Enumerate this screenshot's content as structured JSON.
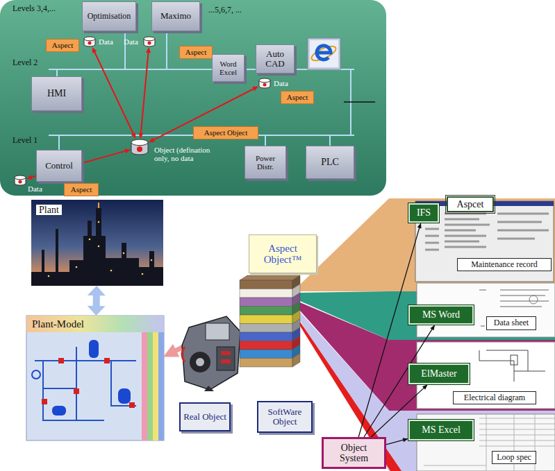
{
  "diagram": {
    "nodes": [
      {
        "text": [
          "Levels 3,4,...",
          "...5,6,7, ...",
          "Level 2",
          "Level 1"
        ]
      },
      {
        "text": [
          "Optimisation"
        ],
        "in": 0
      },
      {
        "text": [
          "Aspect"
        ],
        "in": 0
      },
      {
        "text": [
          "Data"
        ],
        "in": 0
      },
      {
        "text": [
          "Maximo"
        ],
        "in": 0
      },
      {
        "text": [
          "Aspect"
        ],
        "in": 0
      },
      {
        "text": [
          "Data"
        ],
        "in": 0
      },
      {
        "text": [
          "Word Excel"
        ],
        "in": 0
      },
      {
        "text": [
          "Auto CAD"
        ],
        "in": 0
      },
      {
        "text": [
          "Data"
        ],
        "in": 0
      },
      {
        "text": [
          "Aspect"
        ],
        "in": 0
      },
      {
        "text": [
          "HMI"
        ],
        "in": 0
      },
      {
        "text": [
          "Aspect Object"
        ],
        "in": 0
      },
      {
        "text": [
          "Object (defination only, no data"
        ],
        "in": 0
      },
      {
        "text": [
          "Control"
        ],
        "in": 0
      },
      {
        "text": [
          "Data"
        ],
        "in": 0
      },
      {
        "text": [
          "Aspect"
        ],
        "in": 0
      },
      {
        "text": [
          "Power Distr."
        ],
        "in": 0
      },
      {
        "text": [
          "PLC"
        ],
        "in": 0
      },
      {
        "text": [
          "Plant"
        ]
      },
      {
        "text": [
          "Aspect Object™"
        ]
      },
      {
        "text": [
          "Aspcet"
        ]
      },
      {
        "text": [
          "IFS"
        ]
      },
      {
        "text": [
          "Maintenance record"
        ]
      },
      {
        "text": [
          "MS Word"
        ]
      },
      {
        "text": [
          "Data sheet"
        ]
      },
      {
        "text": [
          "Plant-Model"
        ]
      },
      {
        "text": [
          "ElMaster"
        ]
      },
      {
        "text": [
          "Real Object"
        ]
      },
      {
        "text": [
          "SoftWare Object"
        ]
      },
      {
        "text": [
          "Electrical diagram"
        ]
      },
      {
        "text": [
          "MS Excel"
        ]
      },
      {
        "text": [
          "Object System"
        ]
      },
      {
        "text": [
          "Loop spec"
        ]
      }
    ],
    "edges": [
      {
        "from": 13,
        "to": 3,
        "arrow": "both"
      },
      {
        "from": 13,
        "to": 6,
        "arrow": "both"
      },
      {
        "from": 13,
        "to": 9,
        "arrow": "both"
      },
      {
        "from": 13,
        "to": 15,
        "arrow": "both"
      },
      {
        "from": 19,
        "to": 26,
        "arrow": "both"
      },
      {
        "from": 32,
        "to": 22,
        "arrow": "to"
      },
      {
        "from": 32,
        "to": 24,
        "arrow": "to"
      },
      {
        "from": 32,
        "to": 27,
        "arrow": "to"
      },
      {
        "from": 32,
        "to": 31,
        "arrow": "to"
      }
    ]
  }
}
